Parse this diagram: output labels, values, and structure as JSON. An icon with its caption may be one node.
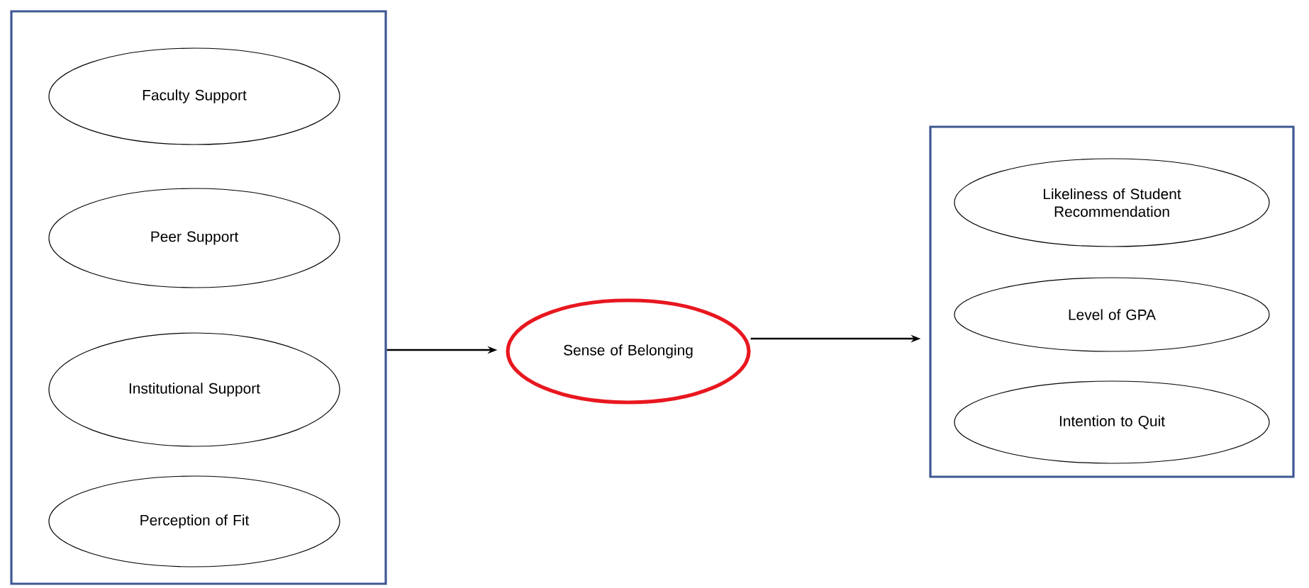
{
  "diagram": {
    "nodes": [
      {
        "text": [],
        "shape": "box"
      },
      {
        "text": [
          "Faculty Support"
        ],
        "in": 0
      },
      {
        "text": [
          "Peer Support"
        ],
        "in": 0
      },
      {
        "text": [
          "Institutional Support"
        ],
        "in": 0
      },
      {
        "text": [
          "Perception of Fit"
        ],
        "in": 0
      },
      {
        "text": [
          "Sense of Belonging"
        ]
      },
      {
        "text": [],
        "shape": "box"
      },
      {
        "text": [
          "Likeliness of Student Recommendation"
        ],
        "in": 6
      },
      {
        "text": [
          "Level of GPA"
        ],
        "in": 6
      },
      {
        "text": [
          "Intention to Quit"
        ],
        "in": 6
      }
    ],
    "edges": [
      {
        "from": 0,
        "to": 5,
        "arrow": "to"
      },
      {
        "from": 5,
        "to": 6,
        "arrow": "to"
      }
    ]
  }
}
